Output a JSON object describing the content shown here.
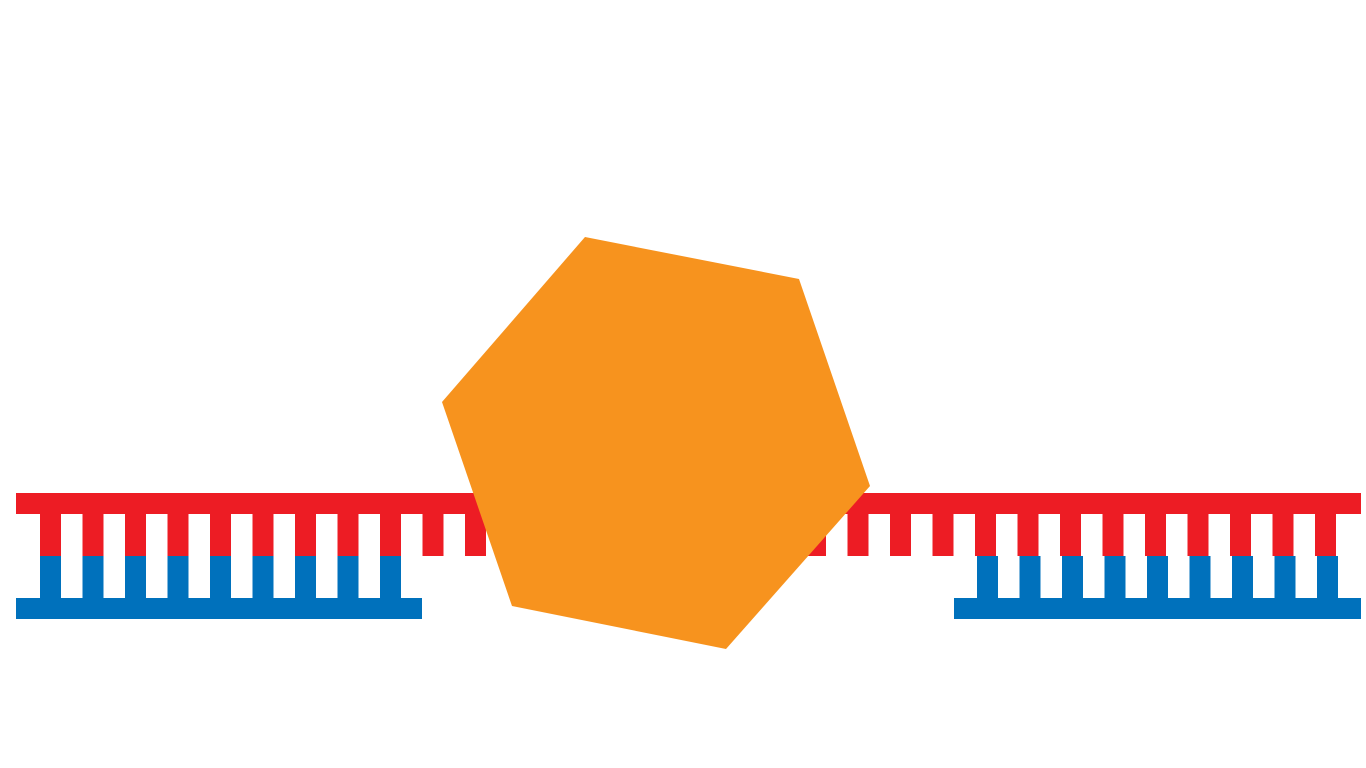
{
  "diagram": {
    "colors": {
      "background": "#ffffff",
      "top_strand": "#ed1c24",
      "bottom_strand": "#0071bc",
      "enzyme": "#f7931e"
    },
    "elements": [
      "dna-top-strand",
      "dna-bottom-strand-left",
      "dna-bottom-strand-right",
      "enzyme-hexagon"
    ]
  }
}
